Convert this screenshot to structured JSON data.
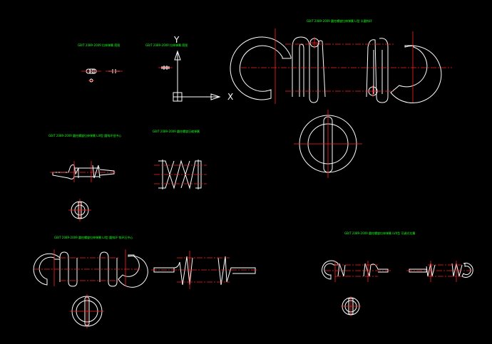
{
  "labels": {
    "spring_main": "GB/T 2089-2009 圆柱螺旋拉伸弹簧 LI型 半圆钩环",
    "spring_small_1": "GB/T 2089-2009 拉伸弹簧 简图",
    "spring_small_2": "GB/T 2089-2009 拉伸弹簧 简图",
    "spring_mid_left": "GB/T 2089-2009 圆柱螺旋拉伸弹簧 LIII型 圆钩环扭中心",
    "spring_compression": "GB/T 2089-2009 圆柱螺旋压缩弹簧",
    "spring_bottom_left": "GB/T 2089-2009 圆柱螺旋拉伸弹簧 LII型 圆钩环 钩环压中心",
    "spring_bottom_right": "GB/T 2089-2009 圆柱螺旋拉伸弹簧 LVII型 可调式拉簧"
  },
  "axes": {
    "x_label": "X",
    "y_label": "Y"
  },
  "colors": {
    "background": "#000000",
    "outline": "#ffffff",
    "centerline": "#ff2020",
    "text": "#1eff1e"
  }
}
